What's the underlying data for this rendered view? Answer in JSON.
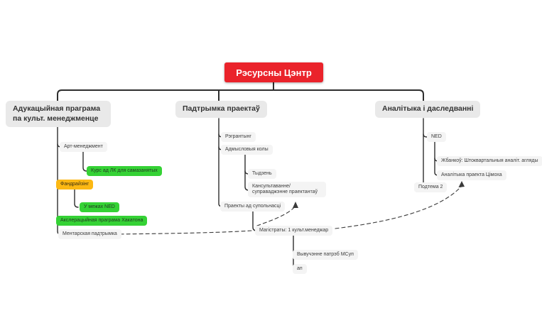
{
  "root": {
    "label": "Рэсурсны Цэнтр"
  },
  "branches": [
    {
      "label": "Адукацыйная праграма па культ. менеджменце",
      "children": [
        {
          "label": "Арт-менеджмент",
          "children": [
            {
              "label": "Курс ад ЛК для самазанятых",
              "highlight": "green"
            }
          ]
        },
        {
          "label": "Фандрайзінг",
          "highlight": "orange",
          "children": [
            {
              "label": "У межах NED",
              "highlight": "green"
            }
          ]
        },
        {
          "label": "Акслерацыйная праграма Хакатона",
          "highlight": "green"
        },
        {
          "label": "Ментарская падтрымка"
        }
      ]
    },
    {
      "label": "Падтрымка праектаў",
      "children": [
        {
          "label": "Рэгрантынг"
        },
        {
          "label": "Адмысловыя колы",
          "children": [
            {
              "label": "Тыдзень"
            },
            {
              "label": "Кансультаванне/суправаджэнне праектантаў"
            }
          ]
        },
        {
          "label": "Праекты ад супольнасці",
          "children": [
            {
              "label": "Магістраты: 1 культ.менеджар",
              "children": [
                {
                  "label": "Вывучэнне патрэб МСуп"
                },
                {
                  "label": "ап"
                }
              ]
            }
          ]
        }
      ]
    },
    {
      "label": "Аналітыка і даследванні",
      "children": [
        {
          "label": "NED",
          "children": [
            {
              "label": "Жбанкоў: Штоквартальныя аналіт. агляды"
            },
            {
              "label": "Аналітыка праекта Цімоха"
            }
          ]
        },
        {
          "label": "Подтема 2"
        }
      ]
    }
  ],
  "links": [
    {
      "from": "Ментарская падтрымка",
      "to": "Магістраты: 1 культ.менеджар",
      "style": "dashed"
    },
    {
      "from": "Магістраты: 1 культ.менеджар",
      "to": "Кансультаванне/суправаджэнне праектантаў",
      "style": "dashed-arrow"
    },
    {
      "from": "Магістраты: 1 культ.менеджар",
      "to": "Аналітыка праекта Цімоха",
      "style": "dashed-arrow"
    }
  ],
  "colors": {
    "root_bg": "#ea232b",
    "root_text": "#ffffff",
    "header_bg": "#e9e9e9",
    "leaf_bg": "#f4f4f4",
    "highlight_green": "#35d235",
    "highlight_orange": "#fcb813",
    "connector": "#2e2e2e",
    "canvas_bg": "#ffffff"
  }
}
